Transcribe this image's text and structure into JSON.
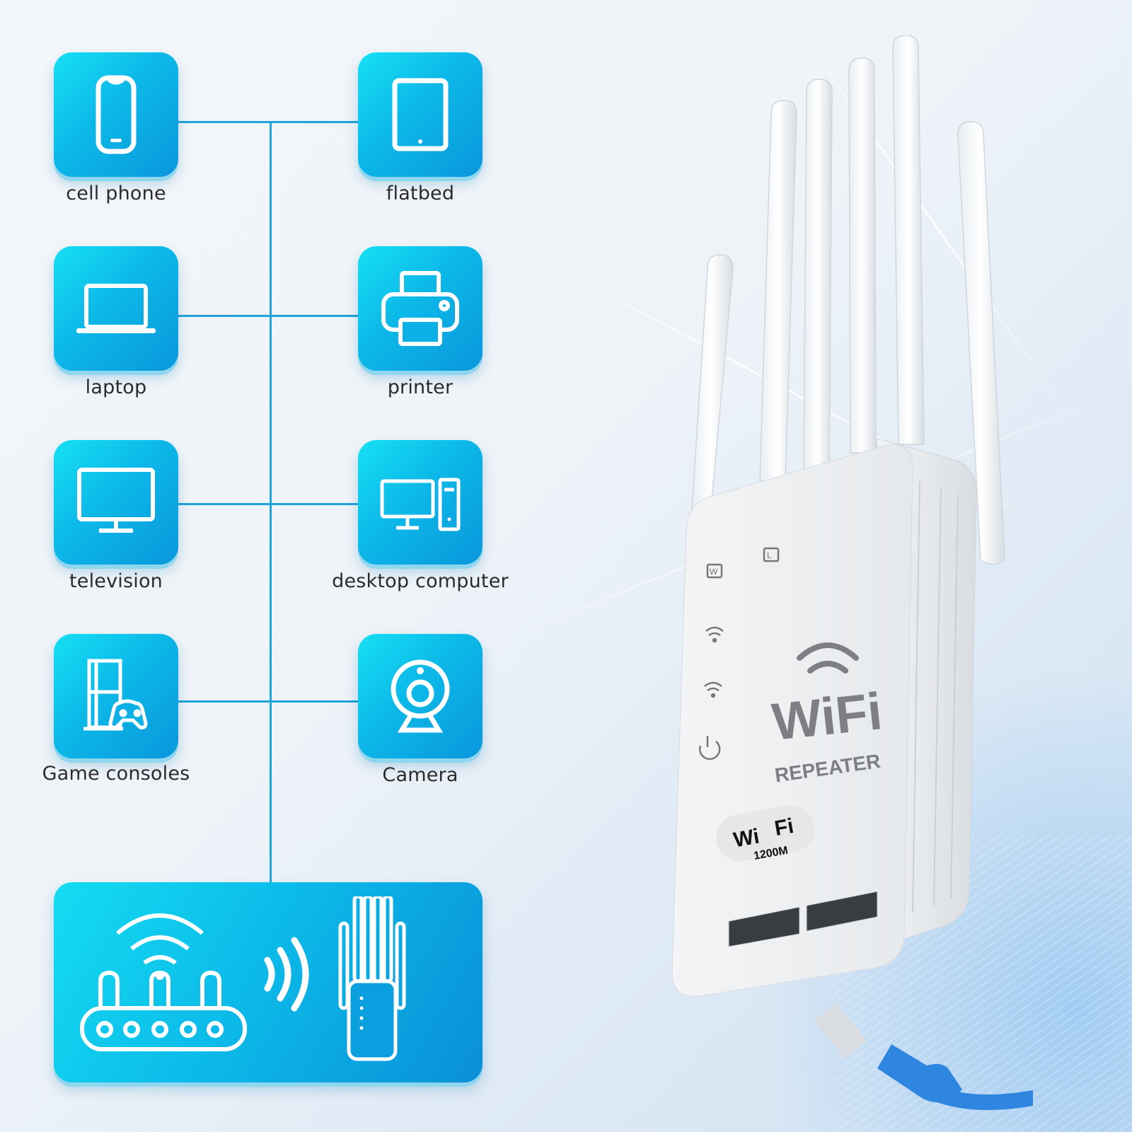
{
  "devices": {
    "left": [
      {
        "label": "cell phone",
        "icon": "phone-icon"
      },
      {
        "label": "laptop",
        "icon": "laptop-icon"
      },
      {
        "label": "television",
        "icon": "tv-icon"
      },
      {
        "label": "Game consoles",
        "icon": "game-console-icon"
      }
    ],
    "right": [
      {
        "label": "flatbed",
        "icon": "tablet-icon"
      },
      {
        "label": "printer",
        "icon": "printer-icon"
      },
      {
        "label": "desktop computer",
        "icon": "desktop-icon"
      },
      {
        "label": "Camera",
        "icon": "webcam-icon"
      }
    ]
  },
  "diagram": {
    "bottom_panel": {
      "left_icon": "router-icon",
      "middle_icon": "signal-waves-icon",
      "right_icon": "repeater-icon"
    }
  },
  "product": {
    "brand_text": "WiFi",
    "subtitle": "REPEATER",
    "badge_top": "Wi",
    "badge_top2": "Fi",
    "badge_speed": "1200M",
    "led_labels": [
      "W",
      "L"
    ],
    "cable_color": "#2f86e0"
  },
  "colors": {
    "tile_start": "#16e0f3",
    "tile_end": "#0a97dc",
    "connector_line": "#1fa3d8",
    "label_text": "#2b2b2b"
  }
}
